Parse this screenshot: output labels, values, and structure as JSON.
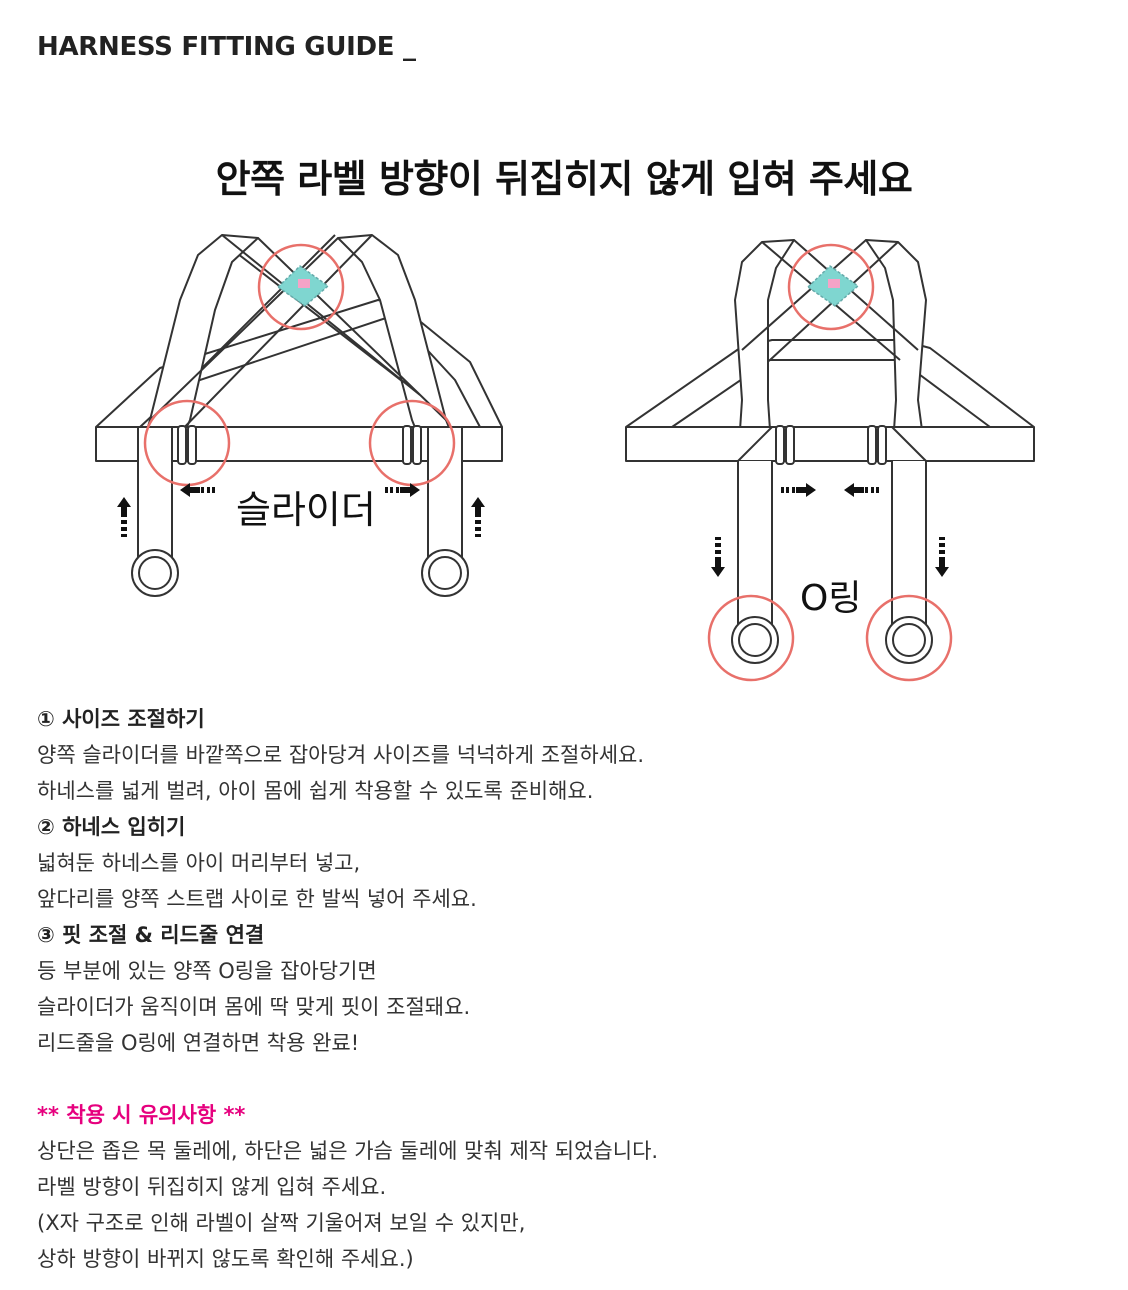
{
  "header": {
    "title": "HARNESS FITTING GUIDE _"
  },
  "diagram": {
    "headline": "안쪽 라벨 방향이 뒤집히지 않게 입혀 주세요",
    "slider_label": "슬라이더",
    "oring_label": "O링"
  },
  "colors": {
    "highlight_circle": "#e8706a",
    "label_patch": "#7fd6d0",
    "notice_accent": "#e6007e",
    "strap_outline": "#333333"
  },
  "instructions": {
    "step1": {
      "title": "① 사이즈 조절하기",
      "line1": "양쪽 슬라이더를 바깥쪽으로 잡아당겨 사이즈를 넉넉하게 조절하세요.",
      "line2": "하네스를 넓게 벌려, 아이 몸에 쉽게 착용할 수 있도록 준비해요."
    },
    "step2": {
      "title": "② 하네스 입히기",
      "line1": "넓혀둔 하네스를 아이 머리부터 넣고,",
      "line2": "앞다리를 양쪽 스트랩 사이로 한 발씩 넣어 주세요."
    },
    "step3": {
      "title": "③ 핏 조절 & 리드줄 연결",
      "line1": "등 부분에 있는 양쪽 O링을 잡아당기면",
      "line2": "슬라이더가 움직이며 몸에 딱 맞게 핏이 조절돼요.",
      "line3": "리드줄을 O링에 연결하면 착용 완료!"
    }
  },
  "notice": {
    "title": "** 착용 시 유의사항 **",
    "line1": "상단은 좁은 목 둘레에, 하단은 넓은 가슴 둘레에 맞춰 제작 되었습니다.",
    "line2": "라벨 방향이 뒤집히지 않게 입혀 주세요.",
    "line3": "(X자 구조로 인해 라벨이 살짝 기울어져 보일 수 있지만,",
    "line4": "상하 방향이 바뀌지 않도록 확인해 주세요.)"
  }
}
